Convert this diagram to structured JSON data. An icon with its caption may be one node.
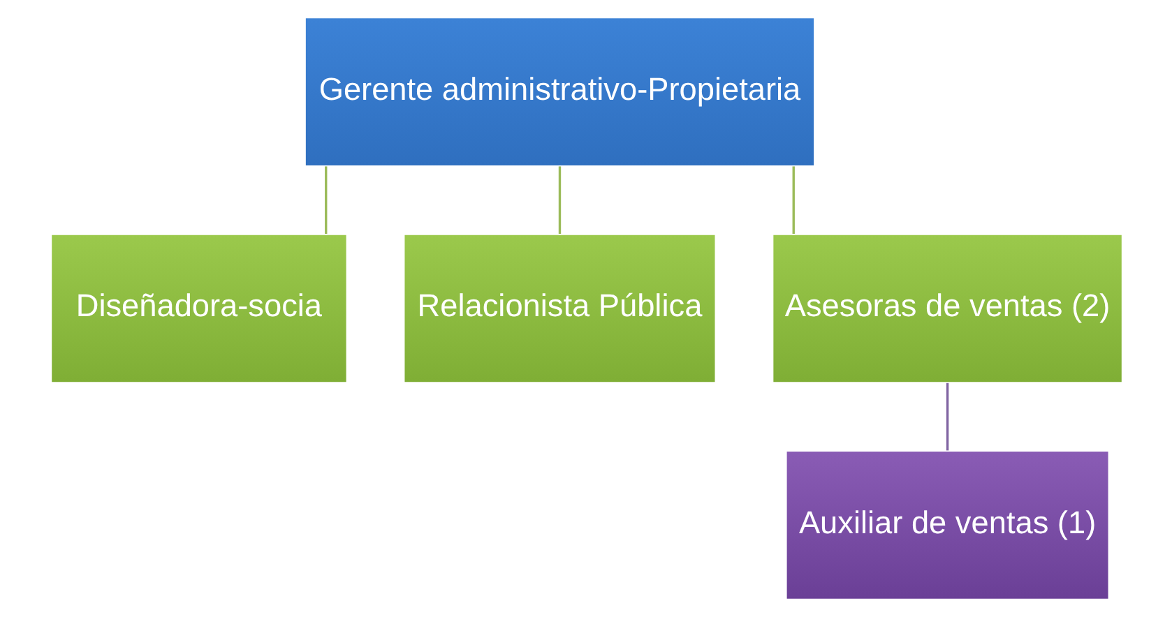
{
  "diagram": {
    "nodes": [
      {
        "text": [
          "Gerente administrativo-Propietaria"
        ]
      },
      {
        "text": [
          "Diseñadora-socia"
        ]
      },
      {
        "text": [
          "Relacionista Pública"
        ]
      },
      {
        "text": [
          "Asesoras de ventas (2)"
        ]
      },
      {
        "text": [
          "Auxiliar de ventas (1)"
        ]
      }
    ],
    "edges": [
      {
        "from": 0,
        "to": 1,
        "arrow": "none"
      },
      {
        "from": 0,
        "to": 2,
        "arrow": "none"
      },
      {
        "from": 0,
        "to": 3,
        "arrow": "none"
      },
      {
        "from": 3,
        "to": 4,
        "arrow": "none",
        "color": "#8064a2"
      }
    ]
  }
}
